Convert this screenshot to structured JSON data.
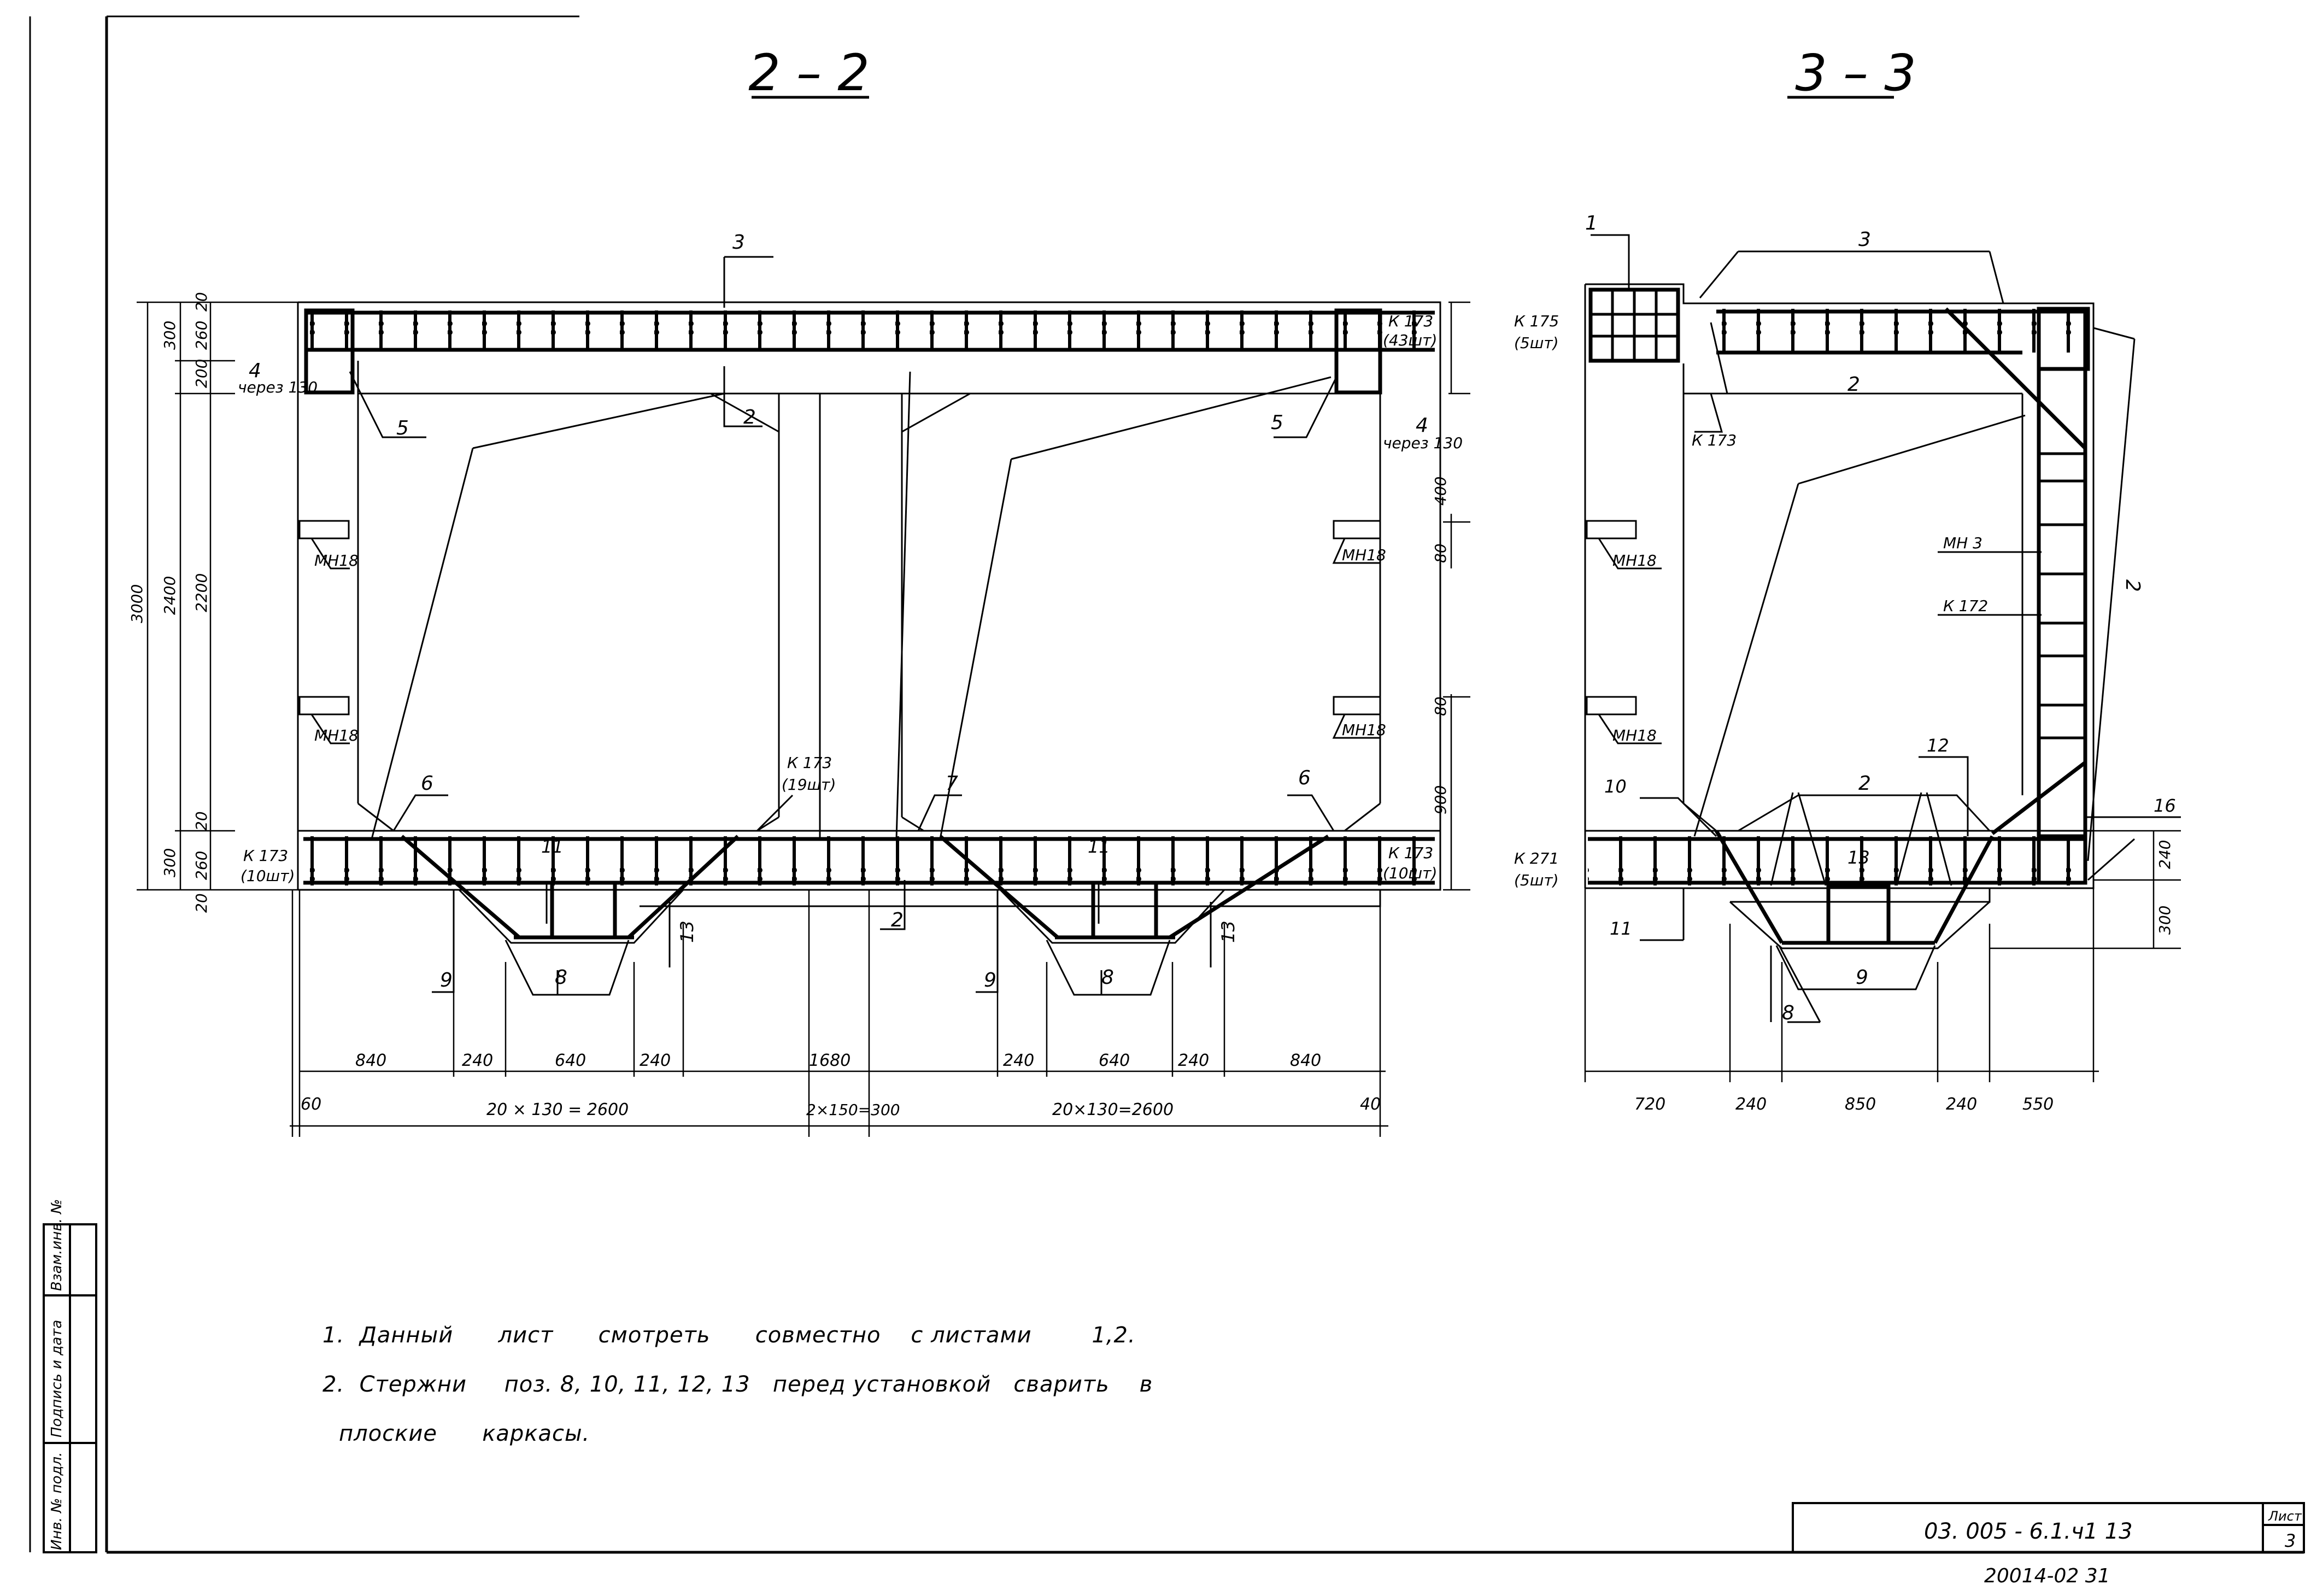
{
  "sections": {
    "s22": {
      "title": "2 – 2"
    },
    "s33": {
      "title": "3 – 3"
    }
  },
  "labels22": {
    "p3": "3",
    "p2a": "2",
    "p2b": "2",
    "p4l": "4",
    "p4l_sub": "через 130",
    "p4r": "4",
    "p4r_sub": "через 130",
    "p5l": "5",
    "p5r": "5",
    "p6l": "6",
    "p6r": "6",
    "p7": "7",
    "p8l": "8",
    "p8r": "8",
    "p9l": "9",
    "p9r": "9",
    "p11l": "11",
    "p11r": "11",
    "p13l": "13",
    "p13r": "13",
    "k173_top": "К 173",
    "k173_top_n": "(43шт)",
    "k173_bl": "К 173",
    "k173_bl_n": "(10шт)",
    "k173_br": "К 173",
    "k173_br_n": "(10шт)",
    "k173_mid": "К 173",
    "k173_mid_n": "(19шт)",
    "mn18_1": "МН18",
    "mn18_2": "МН18",
    "mn18_3": "МН18",
    "mn18_4": "МН18"
  },
  "dims22": {
    "left": [
      "3000",
      "2400",
      "2200",
      "300",
      "260",
      "200",
      "20",
      "20",
      "300",
      "260",
      "20"
    ],
    "right": [
      "400",
      "80",
      "80",
      "900"
    ],
    "bottom1": [
      "840",
      "240",
      "640",
      "240",
      "1680",
      "240",
      "640",
      "240",
      "840"
    ],
    "bottom2": [
      "60",
      "20 × 130 = 2600",
      "2×150=300",
      "20×130=2600",
      "40"
    ]
  },
  "labels33": {
    "p1": "1",
    "p3": "3",
    "p2a": "2",
    "p2b": "2",
    "p2c": "2",
    "p8": "8",
    "p9": "9",
    "p10": "10",
    "p11": "11",
    "p12": "12",
    "p13": "13",
    "p16": "16",
    "k175": "К 175",
    "k175_n": "(5шт)",
    "k173": "К 173",
    "k271": "К 271",
    "k271_n": "(5шт)",
    "mh3": "МН 3",
    "k172": "К 172",
    "mn18_1": "МН18",
    "mn18_2": "МН18"
  },
  "dims33": {
    "right": [
      "240",
      "300"
    ],
    "bottom": [
      "720",
      "240",
      "850",
      "240",
      "550"
    ]
  },
  "notes": {
    "n1": "1.  Данный      лист      смотреть      совместно    с листами        1,2.",
    "n2": "2.  Стержни     поз. 8, 10, 11, 12, 13   перед установкой   сварить    в",
    "n3": "плоские      каркасы."
  },
  "sidebar": {
    "c1": "Инв. № подл.",
    "c2": "Подпись и дата",
    "c3": "Взам.инв. №"
  },
  "stamp": {
    "code": "03. 005 - 6.1.ч1  13",
    "sheet_label": "Лист",
    "sheet_no": "3",
    "archive": "20014-02   31"
  }
}
